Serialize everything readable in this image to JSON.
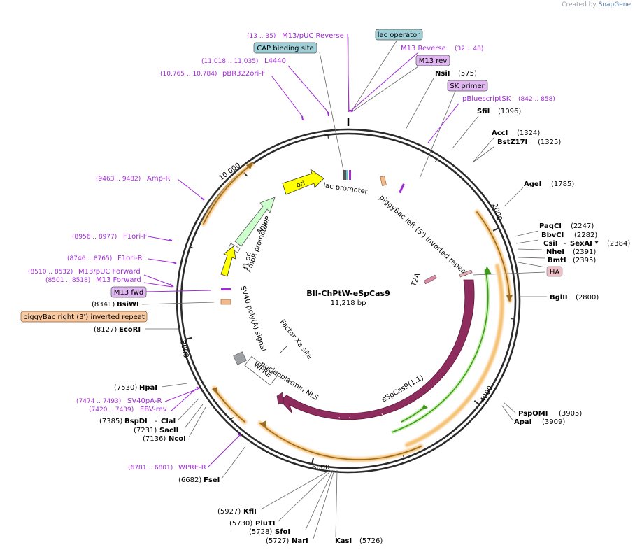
{
  "watermark": {
    "created_by": "Created by",
    "brand": "SnapGene"
  },
  "plasmid": {
    "name": "BII-ChPtW-eSpCas9",
    "length_label": "11,218 bp"
  },
  "colors": {
    "backbone": "#2b2b2b",
    "primer": "#a22bd6",
    "enzyme": "#000000",
    "cds_cas9": "#8f2c5e",
    "cds_glow": "#f5c173",
    "green_arrow": "#3e9b1a",
    "ori": "#ffff00",
    "ampr": "#ccffcc"
  },
  "tick_labels": [
    "10,000",
    "2000",
    "4000",
    "6000",
    "8000"
  ],
  "enzymes": [
    {
      "id": "nsii",
      "name": "NsiI",
      "pos": "(575)"
    },
    {
      "id": "sfii",
      "name": "SfiI",
      "pos": "(1096)"
    },
    {
      "id": "acci",
      "name": "AccI",
      "pos": "(1324)"
    },
    {
      "id": "bstz17i",
      "name": "BstZ17I",
      "pos": "(1325)"
    },
    {
      "id": "agei",
      "name": "AgeI",
      "pos": "(1785)"
    },
    {
      "id": "paqci",
      "name": "PaqCI",
      "pos": "(2247)"
    },
    {
      "id": "bbvci",
      "name": "BbvCI",
      "pos": "(2282)"
    },
    {
      "id": "csii",
      "name": "CsiI",
      "pos": ""
    },
    {
      "id": "sexai",
      "name": "SexAI *",
      "pos": "(2384)"
    },
    {
      "id": "nhei",
      "name": "NheI",
      "pos": "(2391)"
    },
    {
      "id": "bmti",
      "name": "BmtI",
      "pos": "(2395)"
    },
    {
      "id": "bglii",
      "name": "BglII",
      "pos": "(2800)"
    },
    {
      "id": "pspomi",
      "name": "PspOMI",
      "pos": "(3905)"
    },
    {
      "id": "apai",
      "name": "ApaI",
      "pos": "(3909)"
    },
    {
      "id": "kasi",
      "name": "KasI",
      "pos": "(5726)"
    },
    {
      "id": "nari",
      "name": "NarI",
      "pos": "(5727)"
    },
    {
      "id": "sfoi",
      "name": "SfoI",
      "pos": "(5728)"
    },
    {
      "id": "pluti",
      "name": "PluTI",
      "pos": "(5730)"
    },
    {
      "id": "kfli",
      "name": "KflI",
      "pos": "(5927)"
    },
    {
      "id": "fsei",
      "name": "FseI",
      "pos": "(6682)"
    },
    {
      "id": "ncoi",
      "name": "NcoI",
      "pos": "(7136)"
    },
    {
      "id": "sacii",
      "name": "SacII",
      "pos": "(7231)"
    },
    {
      "id": "bspdi",
      "name": "BspDI",
      "pos": "(7385)"
    },
    {
      "id": "clai",
      "name": "ClaI",
      "pos": ""
    },
    {
      "id": "hpai",
      "name": "HpaI",
      "pos": "(7530)"
    },
    {
      "id": "ecori",
      "name": "EcoRI",
      "pos": "(8127)"
    },
    {
      "id": "bsiwi",
      "name": "BsiWI",
      "pos": "(8341)"
    }
  ],
  "primers": [
    {
      "id": "m13puc-rev",
      "name": "M13/pUC Reverse",
      "range": "(13 .. 35)"
    },
    {
      "id": "m13-reverse",
      "name": "M13 Reverse",
      "range": "(32 .. 48)"
    },
    {
      "id": "l4440",
      "name": "L4440",
      "range": "(11,018 .. 11,035)"
    },
    {
      "id": "pbr322ori-f",
      "name": "pBR322ori-F",
      "range": "(10,765 .. 10,784)"
    },
    {
      "id": "pbluescriptsk",
      "name": "pBluescriptSK",
      "range": "(842 .. 858)"
    },
    {
      "id": "amp-r",
      "name": "Amp-R",
      "range": "(9463 .. 9482)"
    },
    {
      "id": "f1ori-f",
      "name": "F1ori-F",
      "range": "(8956 .. 8977)"
    },
    {
      "id": "f1ori-r",
      "name": "F1ori-R",
      "range": "(8746 .. 8765)"
    },
    {
      "id": "m13puc-fwd",
      "name": "M13/pUC Forward",
      "range": "(8510 .. 8532)"
    },
    {
      "id": "m13-forward",
      "name": "M13 Forward",
      "range": "(8501 .. 8518)"
    },
    {
      "id": "sv40pa-r",
      "name": "SV40pA-R",
      "range": "(7474 .. 7493)"
    },
    {
      "id": "ebv-rev",
      "name": "EBV-rev",
      "range": "(7420 .. 7439)"
    },
    {
      "id": "wpre-r",
      "name": "WPRE-R",
      "range": "(6781 .. 6801)"
    }
  ],
  "boxed_labels": [
    {
      "id": "lac-operator",
      "text": "lac operator"
    },
    {
      "id": "cap-binding-site",
      "text": "CAP binding site"
    },
    {
      "id": "m13-rev",
      "text": "M13 rev"
    },
    {
      "id": "sk-primer",
      "text": "SK primer"
    },
    {
      "id": "ha",
      "text": "HA"
    },
    {
      "id": "m13-fwd",
      "text": "M13 fwd"
    },
    {
      "id": "piggybac-right",
      "text": "piggyBac right (3') inverted repeat"
    }
  ],
  "features": {
    "ori": "ori",
    "lac_promoter": "lac promoter",
    "piggybac_left": "piggyBac left (5') inverted repeat",
    "ampr": "AmpR",
    "ampr_promoter": "AmpR promoter",
    "f1_ori": "f1 ori",
    "t2a": "T2A",
    "espcas9": "eSpCas9(1.1)",
    "sv40_polya": "SV40 poly(A) signal",
    "factor_xa": "Factor Xa site",
    "nucleoplasmin_nls": "nucleoplasmin NLS",
    "wpre": "WPRE"
  }
}
